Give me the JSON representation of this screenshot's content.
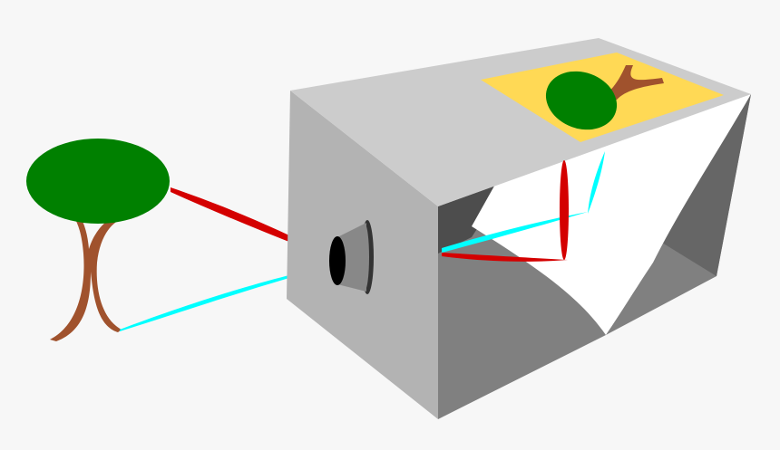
{
  "colors": {
    "background": "#f7f7f7",
    "foliage": "#008000",
    "trunk": "#a0522d",
    "ray_top": "#d40000",
    "ray_bottom": "#00ffff",
    "box_front": "#b3b3b3",
    "box_top": "#cccccc",
    "projected_image_bg": "#ffd955",
    "screen": "#ffffff"
  },
  "icons": [
    "tree",
    "camera-obscura-box",
    "pinhole-lens",
    "light-ray",
    "projected-image"
  ]
}
